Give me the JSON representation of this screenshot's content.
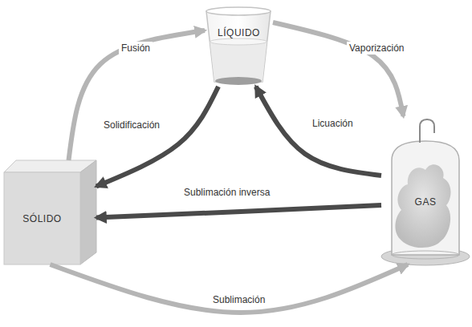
{
  "diagram": {
    "nodes": [
      {
        "text": [
          "LÍQUIDO"
        ]
      },
      {
        "text": [
          "SÓLIDO"
        ]
      },
      {
        "text": [
          "GAS"
        ]
      }
    ],
    "edges": [
      {
        "from": 1,
        "to": 0,
        "arrow": "to",
        "label": "Fusión"
      },
      {
        "from": 0,
        "to": 2,
        "arrow": "to",
        "label": "Vaporización"
      },
      {
        "from": 0,
        "to": 1,
        "arrow": "to",
        "label": "Solidificación"
      },
      {
        "from": 2,
        "to": 0,
        "arrow": "to",
        "label": "Licuación"
      },
      {
        "from": 2,
        "to": 1,
        "arrow": "to",
        "label": "Sublimación inversa"
      },
      {
        "from": 1,
        "to": 2,
        "arrow": "to",
        "label": "Sublimación"
      }
    ]
  }
}
